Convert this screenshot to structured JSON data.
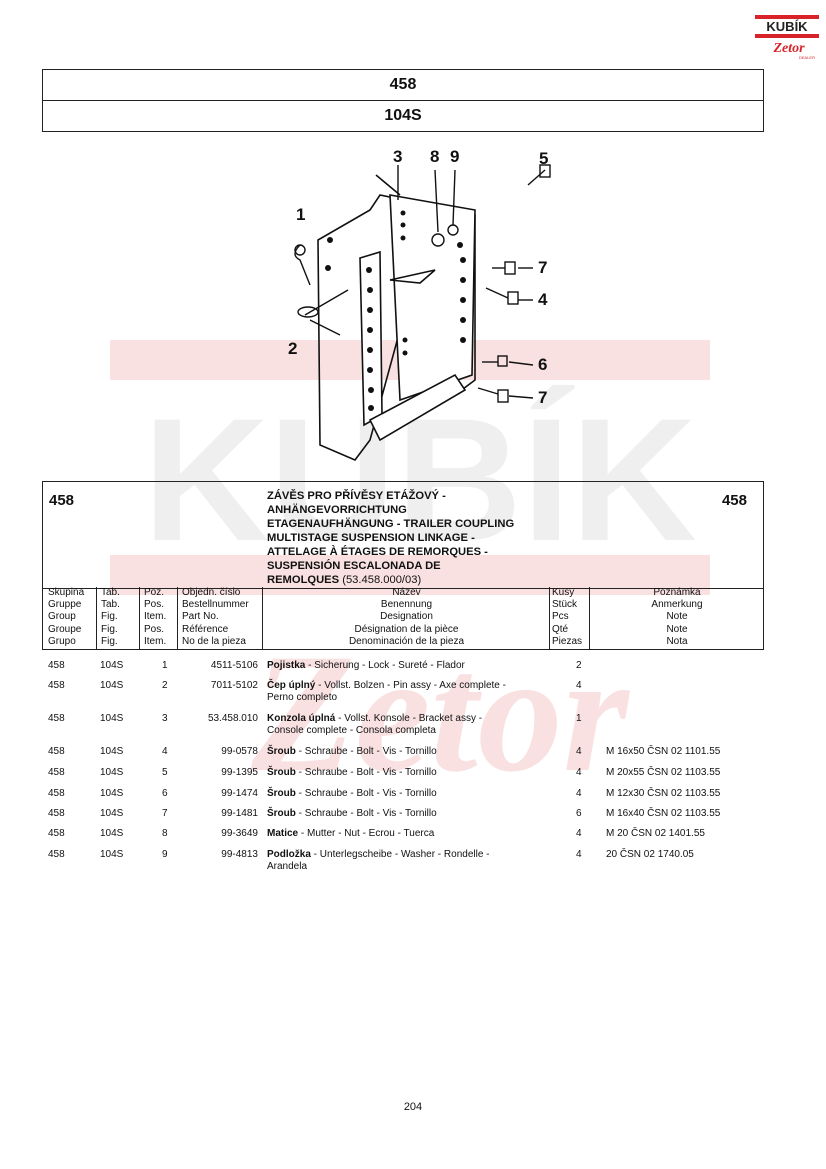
{
  "logo": {
    "top_text": "KUBÍK",
    "bottom_text": "Zetor",
    "tagline": "DEALER"
  },
  "header": {
    "group": "458",
    "table": "104S"
  },
  "diagram": {
    "callouts": [
      "1",
      "2",
      "3",
      "4",
      "5",
      "6",
      "7",
      "7",
      "8",
      "9"
    ]
  },
  "info": {
    "group_left": "458",
    "group_right": "458",
    "titles": [
      "ZÁVĚS PRO PŘÍVĚSY ETÁŽOVÝ -",
      "ANHÄNGEVORRICHTUNG",
      "ETAGENAUFHÄNGUNG - TRAILER COUPLING",
      "MULTISTAGE SUSPENSION LINKAGE -",
      "ATTELAGE À ÉTAGES DE REMORQUES -",
      "SUSPENSIÓN ESCALONADA DE",
      "REMOLQUES"
    ],
    "code": "(53.458.000/03)"
  },
  "columns": {
    "skupina": [
      "Skupina",
      "Gruppe",
      "Group",
      "Groupe",
      "Grupo"
    ],
    "tab": [
      "Tab.",
      "Tab.",
      "Fig.",
      "Fig.",
      "Fig."
    ],
    "poz": [
      "Poz.",
      "Pos.",
      "Item.",
      "Pos.",
      "Item."
    ],
    "objedn": [
      "Objedn. číslo",
      "Bestellnummer",
      "Part No.",
      "Référence",
      "No de la pieza"
    ],
    "nazev": [
      "Název",
      "Benennung",
      "Designation",
      "Désignation de la pièce",
      "Denominación de la pieza"
    ],
    "kusy": [
      "Kusy",
      "Stück",
      "Pcs",
      "Qté",
      "Piezas"
    ],
    "poznamka": [
      "Poznámka",
      "Anmerkung",
      "Note",
      "Note",
      "Nota"
    ]
  },
  "rows": [
    {
      "skupina": "458",
      "tab": "104S",
      "poz": "1",
      "part": "4511-5106",
      "name_bold": "Pojistka",
      "name_rest": " - Sicherung - Lock - Sureté - Flador",
      "name_line2": "",
      "kusy": "2",
      "note": ""
    },
    {
      "skupina": "458",
      "tab": "104S",
      "poz": "2",
      "part": "7011-5102",
      "name_bold": "Čep úplný",
      "name_rest": " - Vollst. Bolzen - Pin assy - Axe complete -",
      "name_line2": "Perno completo",
      "kusy": "4",
      "note": ""
    },
    {
      "skupina": "458",
      "tab": "104S",
      "poz": "3",
      "part": "53.458.010",
      "name_bold": "Konzola úplná",
      "name_rest": " - Vollst. Konsole - Bracket assy -",
      "name_line2": "Console complete - Consola completa",
      "kusy": "1",
      "note": ""
    },
    {
      "skupina": "458",
      "tab": "104S",
      "poz": "4",
      "part": "99-0578",
      "name_bold": "Šroub",
      "name_rest": " - Schraube - Bolt - Vis - Tornillo",
      "name_line2": "",
      "kusy": "4",
      "note": "M 16x50 ČSN 02 1101.55"
    },
    {
      "skupina": "458",
      "tab": "104S",
      "poz": "5",
      "part": "99-1395",
      "name_bold": "Šroub",
      "name_rest": " - Schraube - Bolt - Vis - Tornillo",
      "name_line2": "",
      "kusy": "4",
      "note": "M 20x55 ČSN 02 1103.55"
    },
    {
      "skupina": "458",
      "tab": "104S",
      "poz": "6",
      "part": "99-1474",
      "name_bold": "Šroub",
      "name_rest": " - Schraube - Bolt - Vis - Tornillo",
      "name_line2": "",
      "kusy": "4",
      "note": "M 12x30 ČSN 02 1103.55"
    },
    {
      "skupina": "458",
      "tab": "104S",
      "poz": "7",
      "part": "99-1481",
      "name_bold": "Šroub",
      "name_rest": " - Schraube - Bolt - Vis - Tornillo",
      "name_line2": "",
      "kusy": "6",
      "note": "M 16x40 ČSN 02 1103.55"
    },
    {
      "skupina": "458",
      "tab": "104S",
      "poz": "8",
      "part": "99-3649",
      "name_bold": "Matice",
      "name_rest": " - Mutter - Nut - Ecrou - Tuerca",
      "name_line2": "",
      "kusy": "4",
      "note": "M 20 ČSN 02 1401.55"
    },
    {
      "skupina": "458",
      "tab": "104S",
      "poz": "9",
      "part": "99-4813",
      "name_bold": "Podložka",
      "name_rest": " - Unterlegscheibe - Washer - Rondelle -",
      "name_line2": "Arandela",
      "kusy": "4",
      "note": "20 ČSN 02 1740.05"
    }
  ],
  "page_number": "204"
}
